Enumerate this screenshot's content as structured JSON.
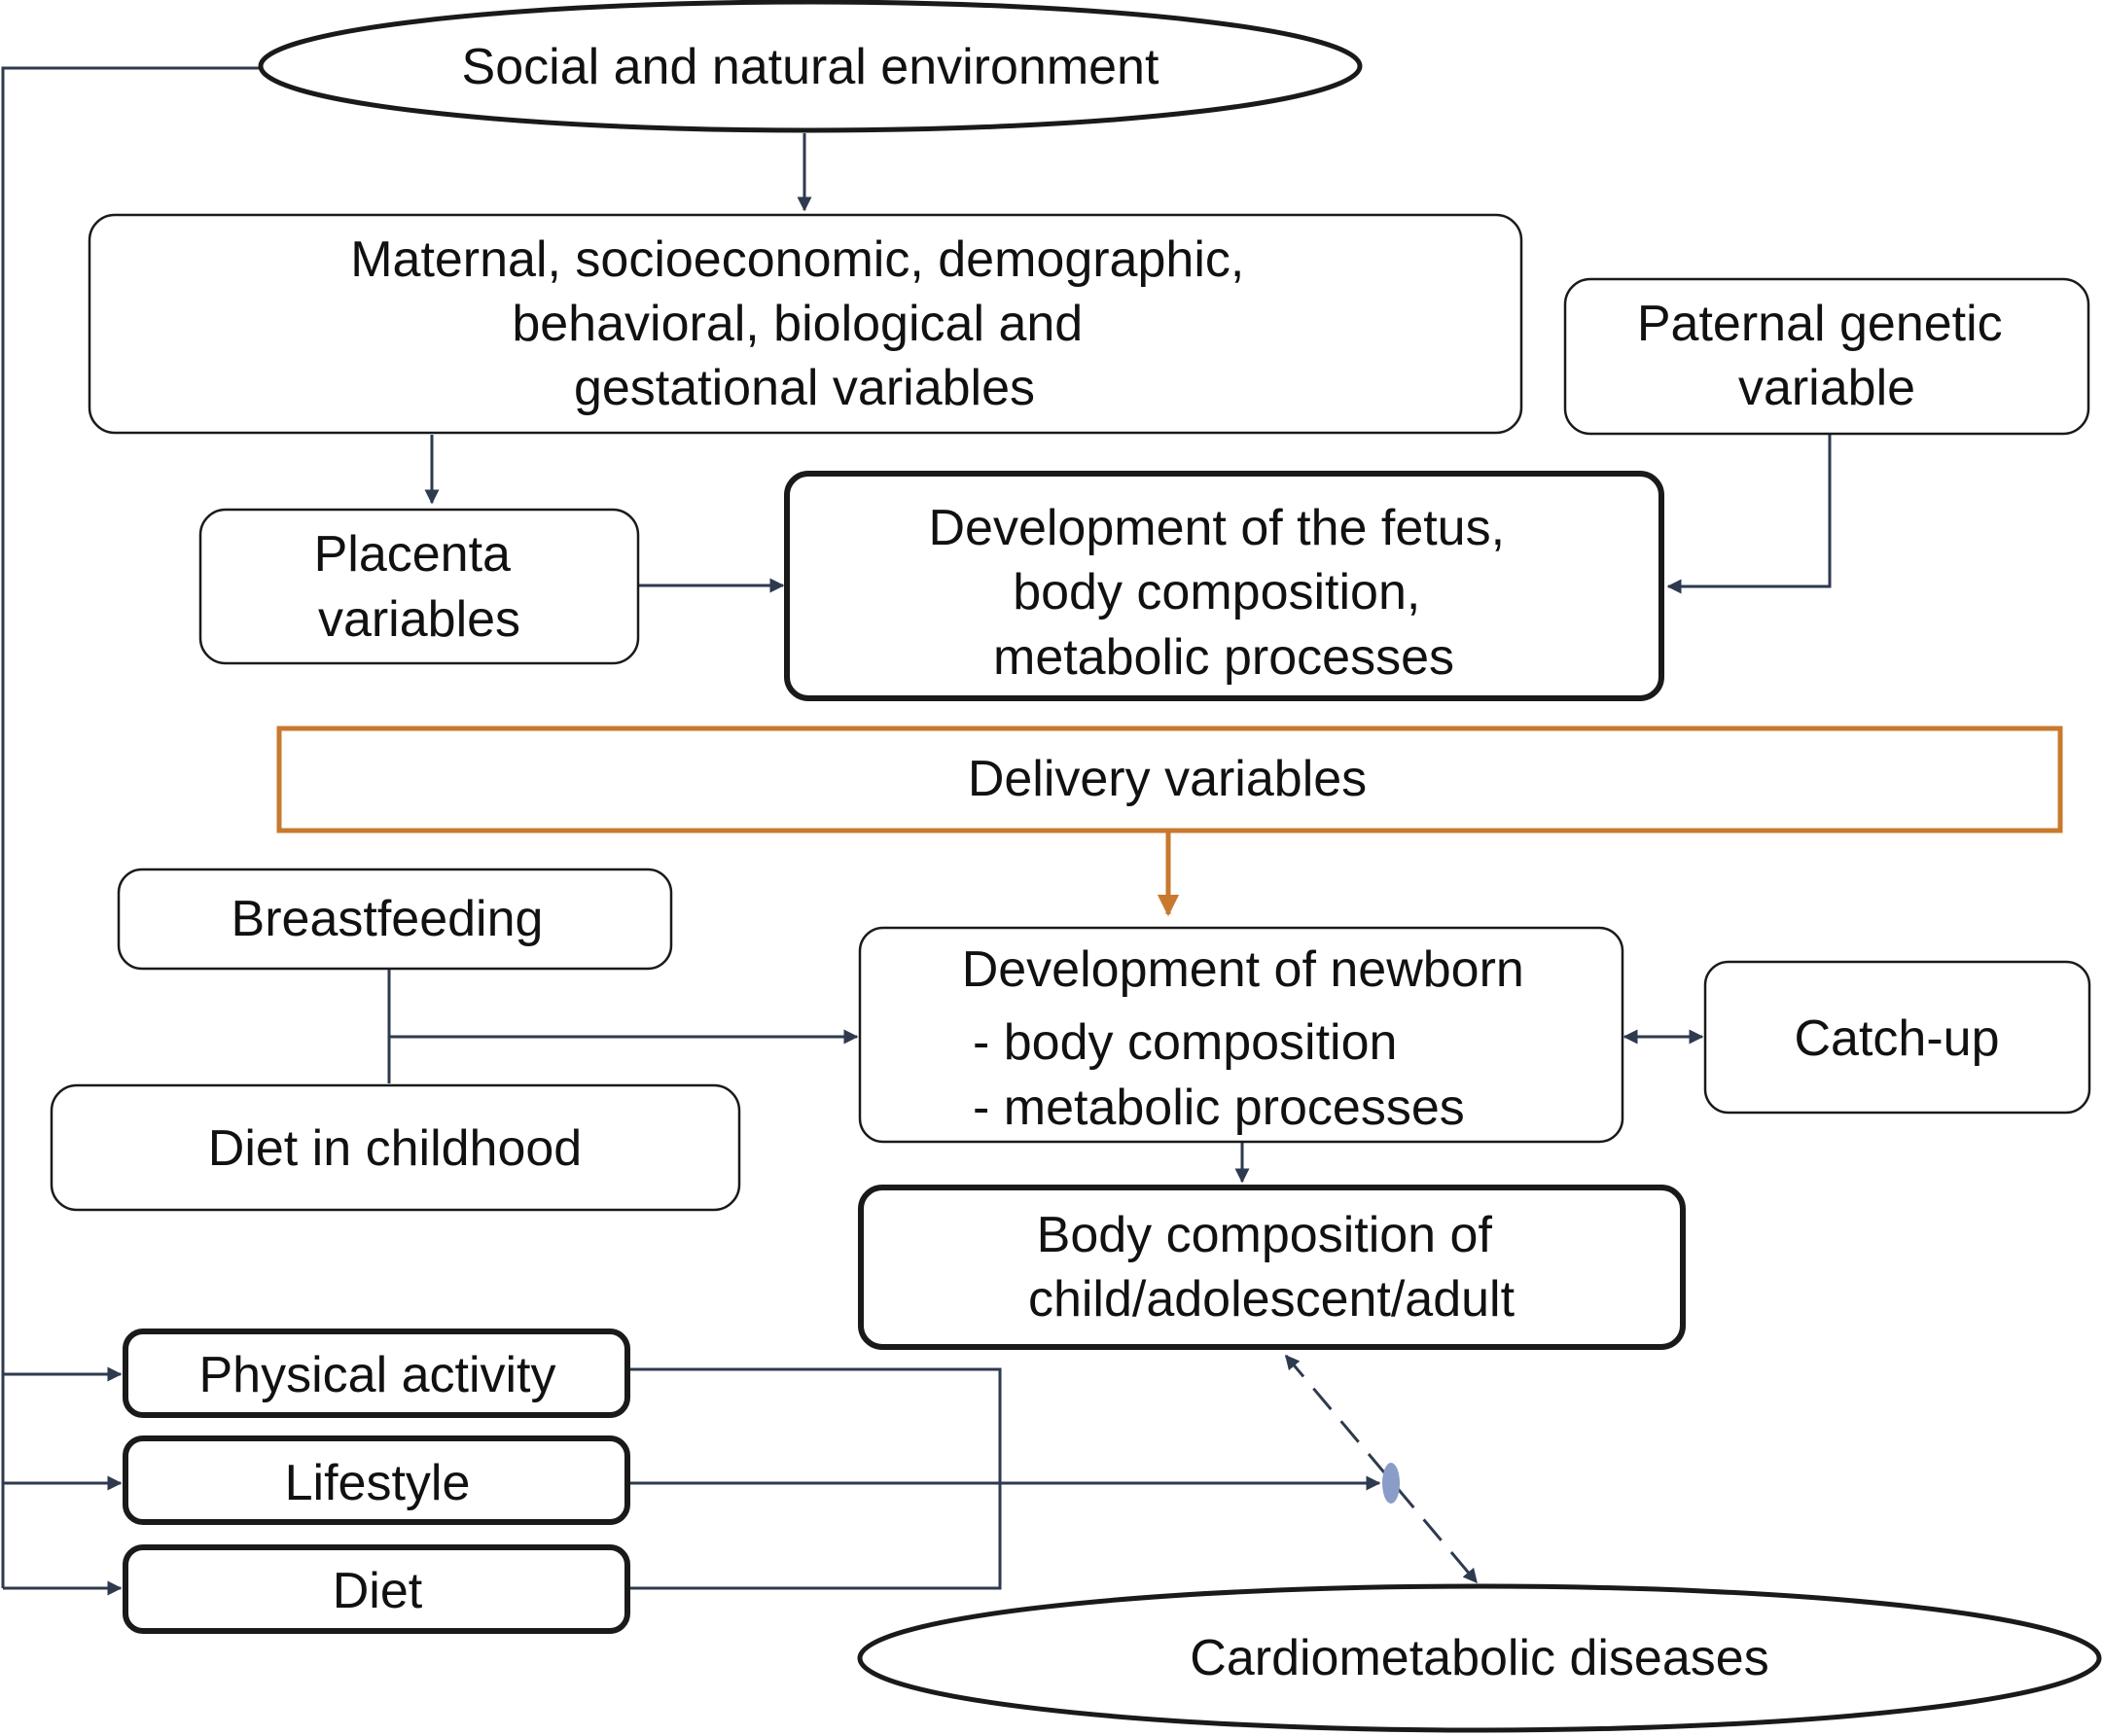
{
  "nodes": {
    "environment": {
      "lines": [
        "Social and natural environment"
      ]
    },
    "maternal": {
      "lines": [
        "Maternal, socioeconomic, demographic,",
        "behavioral, biological and",
        "gestational variables"
      ]
    },
    "paternal": {
      "lines": [
        "Paternal genetic",
        "variable"
      ]
    },
    "placenta": {
      "lines": [
        "Placenta",
        "variables"
      ]
    },
    "fetus": {
      "lines": [
        "Development of the fetus,",
        "body composition,",
        "metabolic processes"
      ]
    },
    "delivery": {
      "lines": [
        "Delivery variables"
      ]
    },
    "breastfeeding": {
      "lines": [
        "Breastfeeding"
      ]
    },
    "newborn": {
      "lines": [
        "Development of newborn",
        "- body composition",
        "- metabolic processes"
      ]
    },
    "catchup": {
      "lines": [
        "Catch-up"
      ]
    },
    "diet_childhood": {
      "lines": [
        "Diet in childhood"
      ]
    },
    "body_composition": {
      "lines": [
        "Body composition of",
        "child/adolescent/adult"
      ]
    },
    "physical_activity": {
      "lines": [
        "Physical activity"
      ]
    },
    "lifestyle": {
      "lines": [
        "Lifestyle"
      ]
    },
    "diet": {
      "lines": [
        "Diet"
      ]
    },
    "cardiometabolic": {
      "lines": [
        "Cardiometabolic diseases"
      ]
    }
  },
  "colors": {
    "stroke": "#1a1a1a",
    "connector": "#2e3a4e",
    "delivery_accent": "#c8792e",
    "junction_dot": "#8a9cc8"
  }
}
